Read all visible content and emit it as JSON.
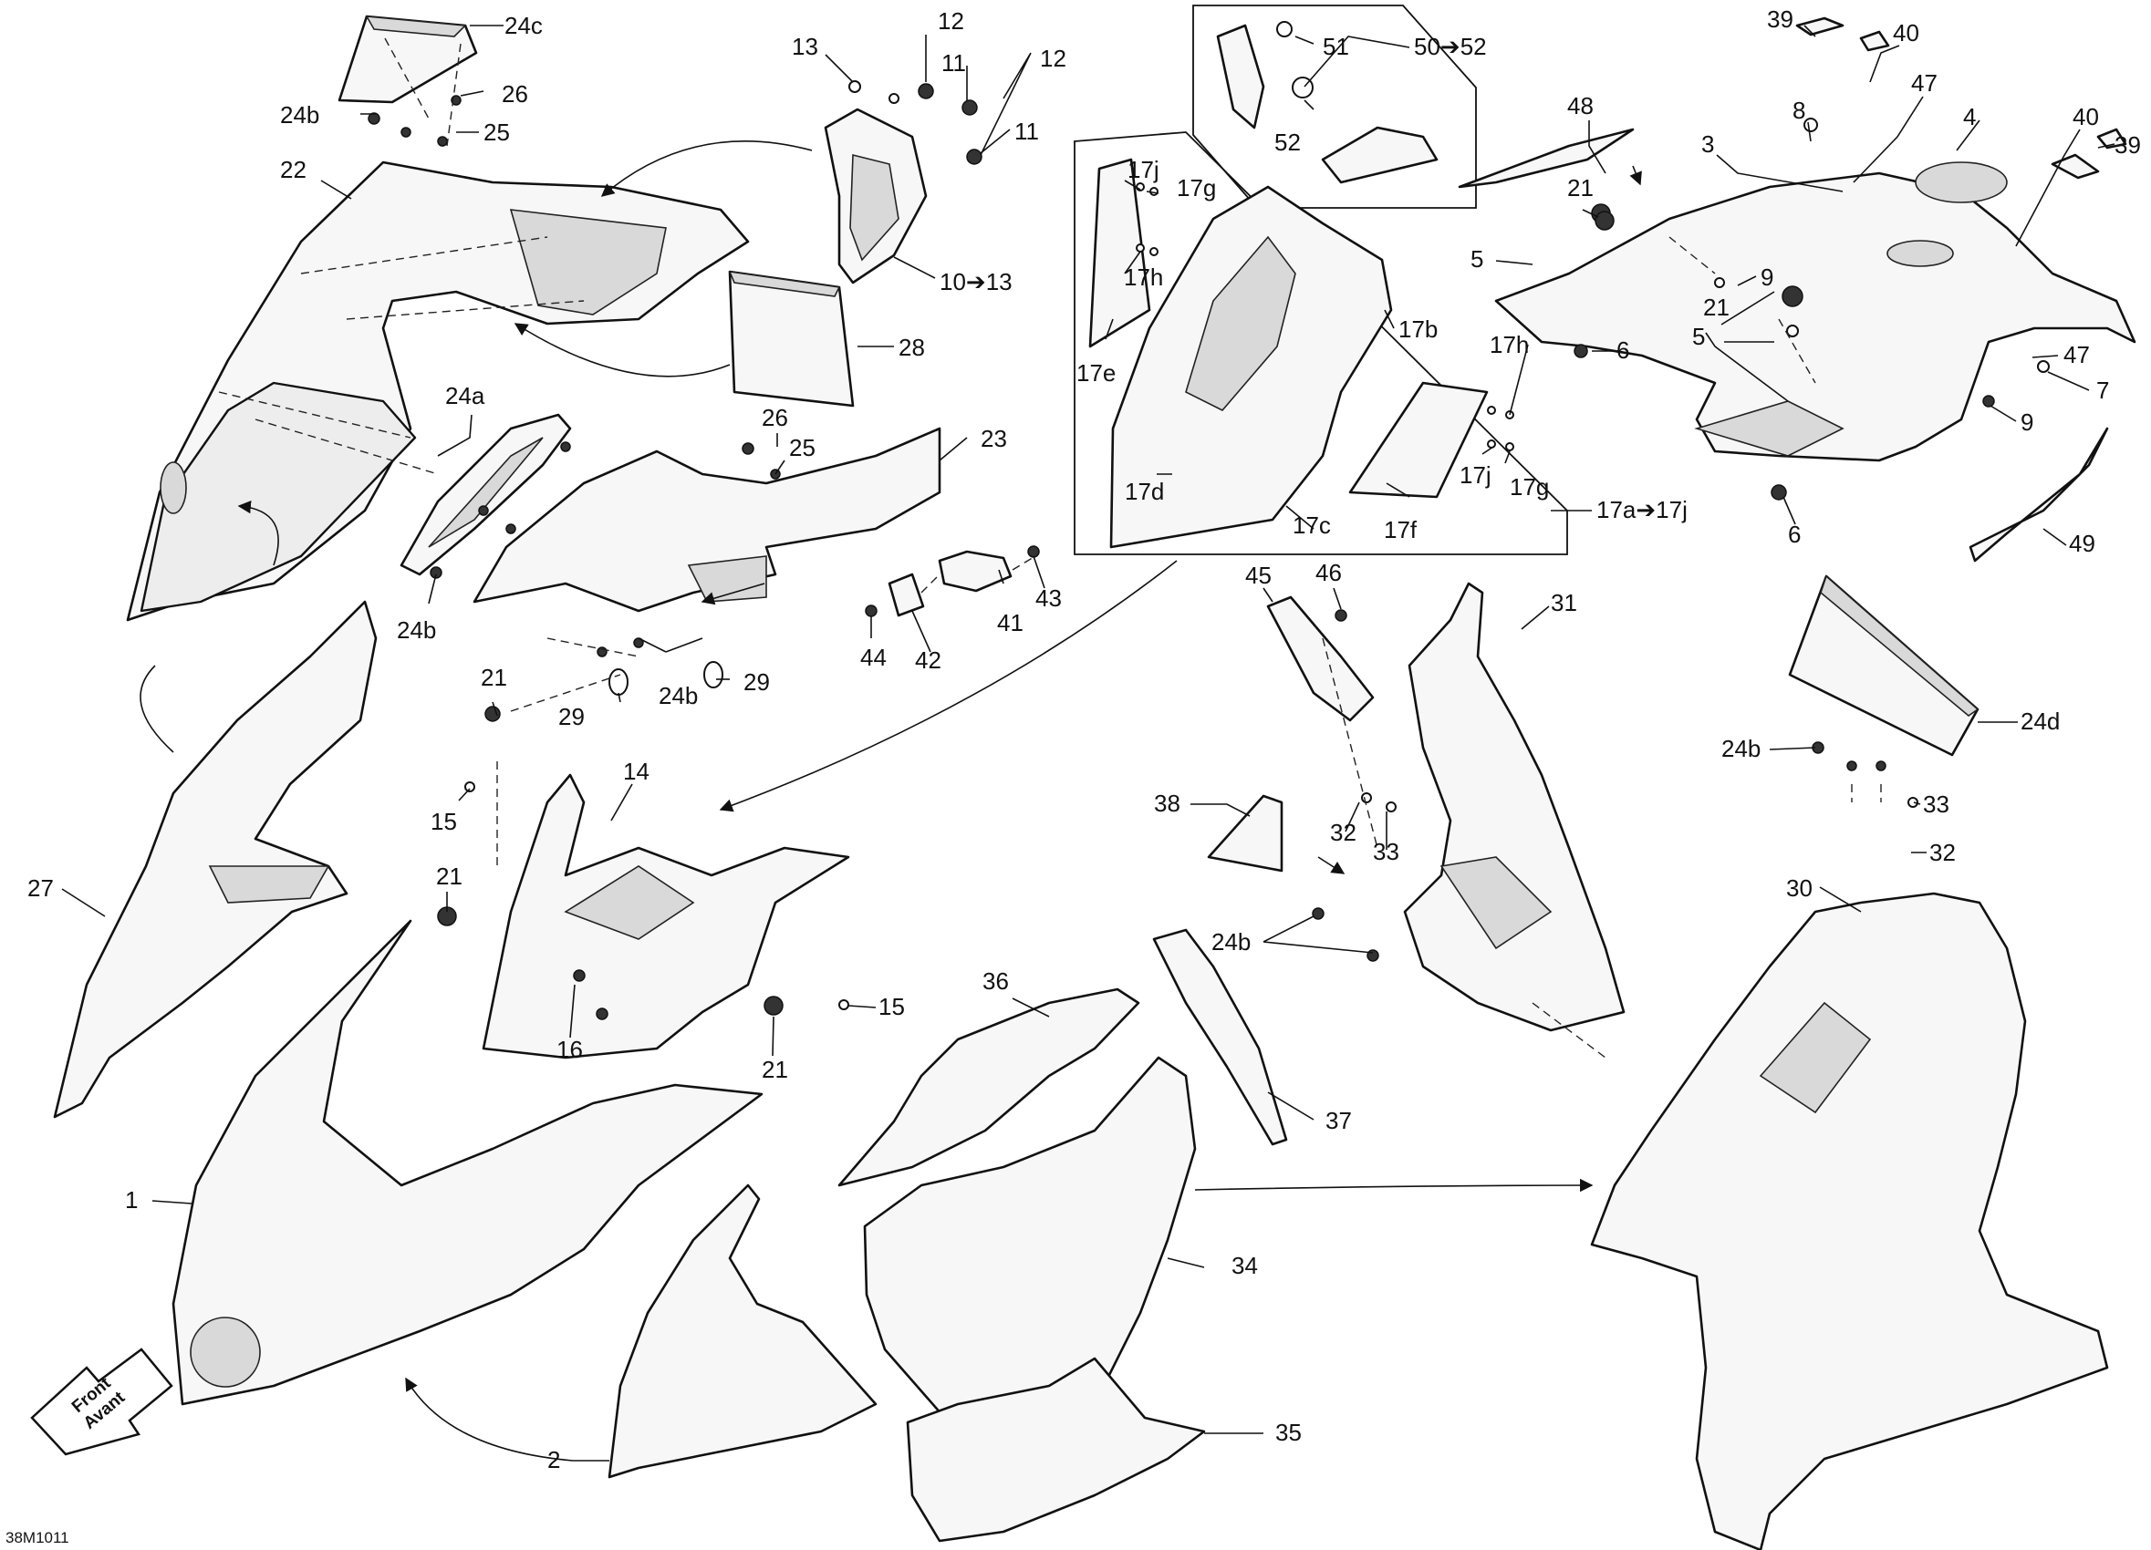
{
  "diagram": {
    "reference_code": "38M1011",
    "orientation": {
      "line1": "Front",
      "line2": "Avant"
    },
    "callouts": [
      {
        "id": "c-24c",
        "text": "24c"
      },
      {
        "id": "c-24b-top",
        "text": "24b"
      },
      {
        "id": "c-26-top",
        "text": "26"
      },
      {
        "id": "c-25-top",
        "text": "25"
      },
      {
        "id": "c-22",
        "text": "22"
      },
      {
        "id": "c-13",
        "text": "13"
      },
      {
        "id": "c-12a",
        "text": "12"
      },
      {
        "id": "c-11a",
        "text": "11"
      },
      {
        "id": "c-12b",
        "text": "12"
      },
      {
        "id": "c-11b",
        "text": "11"
      },
      {
        "id": "c-10-13",
        "text": "10➔13"
      },
      {
        "id": "c-28",
        "text": "28"
      },
      {
        "id": "c-24a",
        "text": "24a"
      },
      {
        "id": "c-26-mid",
        "text": "26"
      },
      {
        "id": "c-25-mid",
        "text": "25"
      },
      {
        "id": "c-23",
        "text": "23"
      },
      {
        "id": "c-24b-left",
        "text": "24b"
      },
      {
        "id": "c-29a",
        "text": "29"
      },
      {
        "id": "c-24b-mid",
        "text": "24b"
      },
      {
        "id": "c-29b",
        "text": "29"
      },
      {
        "id": "c-44",
        "text": "44"
      },
      {
        "id": "c-42",
        "text": "42"
      },
      {
        "id": "c-41",
        "text": "41"
      },
      {
        "id": "c-43",
        "text": "43"
      },
      {
        "id": "c-51",
        "text": "51"
      },
      {
        "id": "c-50-52",
        "text": "50➔52"
      },
      {
        "id": "c-52",
        "text": "52"
      },
      {
        "id": "c-17j-top",
        "text": "17j"
      },
      {
        "id": "c-17g-top",
        "text": "17g"
      },
      {
        "id": "c-17h-top",
        "text": "17h"
      },
      {
        "id": "c-17b",
        "text": "17b"
      },
      {
        "id": "c-17e",
        "text": "17e"
      },
      {
        "id": "c-17h-right",
        "text": "17h"
      },
      {
        "id": "c-17d",
        "text": "17d"
      },
      {
        "id": "c-17j-right",
        "text": "17j"
      },
      {
        "id": "c-17g-right",
        "text": "17g"
      },
      {
        "id": "c-17c",
        "text": "17c"
      },
      {
        "id": "c-17f",
        "text": "17f"
      },
      {
        "id": "c-17a-17j",
        "text": "17a➔17j"
      },
      {
        "id": "c-39-left",
        "text": "39"
      },
      {
        "id": "c-40-left",
        "text": "40"
      },
      {
        "id": "c-47-top",
        "text": "47"
      },
      {
        "id": "c-48",
        "text": "48"
      },
      {
        "id": "c-8",
        "text": "8"
      },
      {
        "id": "c-4",
        "text": "4"
      },
      {
        "id": "c-40-right",
        "text": "40"
      },
      {
        "id": "c-39-right",
        "text": "39"
      },
      {
        "id": "c-3",
        "text": "3"
      },
      {
        "id": "c-21-tank",
        "text": "21"
      },
      {
        "id": "c-5a",
        "text": "5"
      },
      {
        "id": "c-9a",
        "text": "9"
      },
      {
        "id": "c-21-tank2",
        "text": "21"
      },
      {
        "id": "c-5b",
        "text": "5"
      },
      {
        "id": "c-6a",
        "text": "6"
      },
      {
        "id": "c-47-right",
        "text": "47"
      },
      {
        "id": "c-7",
        "text": "7"
      },
      {
        "id": "c-9b",
        "text": "9"
      },
      {
        "id": "c-6b",
        "text": "6"
      },
      {
        "id": "c-49",
        "text": "49"
      },
      {
        "id": "c-45",
        "text": "45"
      },
      {
        "id": "c-46",
        "text": "46"
      },
      {
        "id": "c-31",
        "text": "31"
      },
      {
        "id": "c-24d",
        "text": "24d"
      },
      {
        "id": "c-24b-right",
        "text": "24b"
      },
      {
        "id": "c-33-right",
        "text": "33"
      },
      {
        "id": "c-32-right",
        "text": "32"
      },
      {
        "id": "c-21-left",
        "text": "21"
      },
      {
        "id": "c-14",
        "text": "14"
      },
      {
        "id": "c-15a",
        "text": "15"
      },
      {
        "id": "c-21-mid",
        "text": "21"
      },
      {
        "id": "c-15b",
        "text": "15"
      },
      {
        "id": "c-16",
        "text": "16"
      },
      {
        "id": "c-21-low",
        "text": "21"
      },
      {
        "id": "c-27",
        "text": "27"
      },
      {
        "id": "c-38",
        "text": "38"
      },
      {
        "id": "c-32-mid",
        "text": "32"
      },
      {
        "id": "c-33-mid",
        "text": "33"
      },
      {
        "id": "c-24b-low",
        "text": "24b"
      },
      {
        "id": "c-30",
        "text": "30"
      },
      {
        "id": "c-36",
        "text": "36"
      },
      {
        "id": "c-37",
        "text": "37"
      },
      {
        "id": "c-1",
        "text": "1"
      },
      {
        "id": "c-34",
        "text": "34"
      },
      {
        "id": "c-35",
        "text": "35"
      },
      {
        "id": "c-2",
        "text": "2"
      }
    ]
  }
}
